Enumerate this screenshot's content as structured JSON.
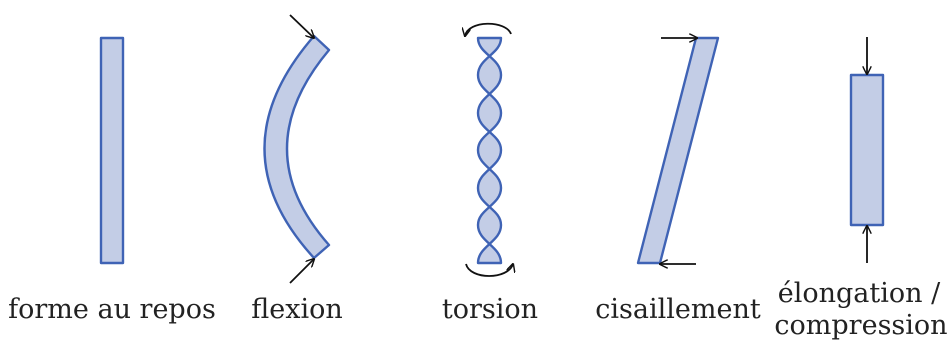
{
  "panels": [
    {
      "name": "rest",
      "label": "forme au repos"
    },
    {
      "name": "bend",
      "label": "flexion"
    },
    {
      "name": "twist",
      "label": "torsion"
    },
    {
      "name": "shear",
      "label": "cisaillement"
    },
    {
      "name": "axial",
      "label_line1": "élongation /",
      "label_line2": "compression"
    }
  ],
  "colors": {
    "fill": "#c3cde6",
    "stroke": "#3f63b5",
    "arrow": "#111111",
    "text": "#222222"
  }
}
